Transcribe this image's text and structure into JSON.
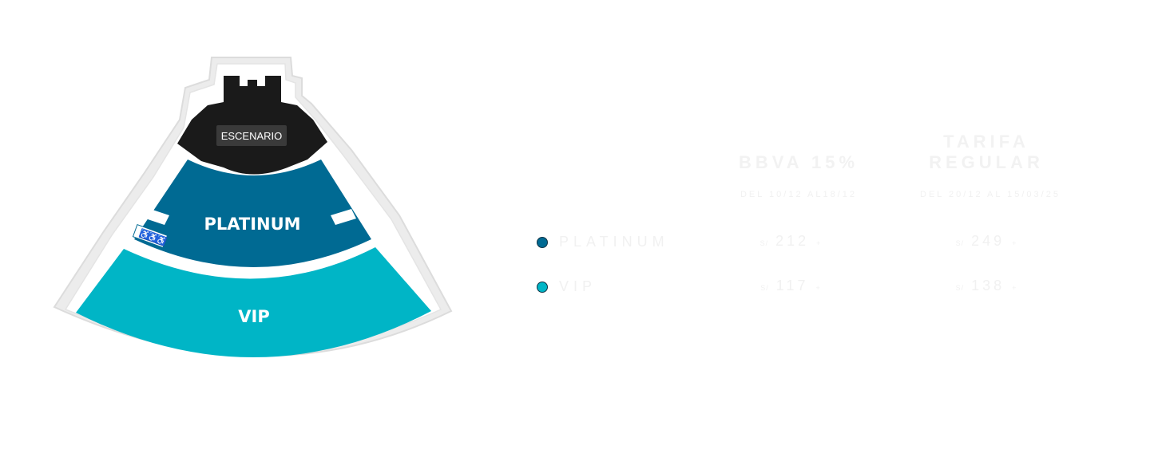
{
  "colors": {
    "stage": "#1a1a1a",
    "platinum": "#006a93",
    "vip": "#00b5c6",
    "outline": "#dedede",
    "page_text_faint": "#f1f1f1"
  },
  "map": {
    "stage_label": "ESCENARIO",
    "platinum_label": "PLATINUM",
    "vip_label": "VIP",
    "accessibility_icons": [
      "wheelchair-icon",
      "wheelchair-icon",
      "wheelchair-icon"
    ]
  },
  "pricing": {
    "col1": {
      "title_1": "BBVA 15%",
      "subtitle": "DEL 10/12 AL18/12"
    },
    "col2": {
      "title_1": "TARIFA",
      "title_2": "REGULAR",
      "subtitle": "DEL 20/12 AL 15/03/25"
    },
    "rows": [
      {
        "zone": "PLATINUM",
        "price1": "212",
        "price2": "249"
      },
      {
        "zone": "VIP",
        "price1": "117",
        "price2": "138"
      }
    ]
  }
}
